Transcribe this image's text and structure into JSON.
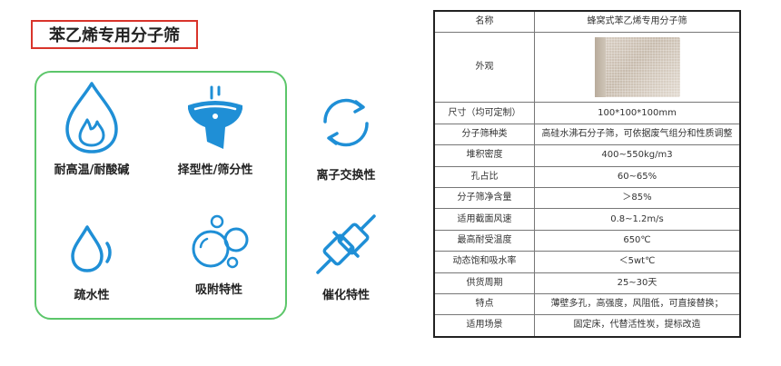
{
  "page_title": "苯乙烯专用分子筛",
  "colors": {
    "accent_blue": "#1f8fd6",
    "title_border": "#d9342b",
    "frame_green": "#5cc66a"
  },
  "features": [
    {
      "icon": "flame-drop-icon",
      "label": "耐高温/耐酸碱"
    },
    {
      "icon": "funnel-icon",
      "label": "择型性/筛分性"
    },
    {
      "icon": "exchange-cycle-icon",
      "label": "离子交换性"
    },
    {
      "icon": "water-drop-icon",
      "label": "疏水性"
    },
    {
      "icon": "bubbles-icon",
      "label": "吸附特性"
    },
    {
      "icon": "plug-icon",
      "label": "催化特性"
    }
  ],
  "spec_table": {
    "rows": [
      {
        "key": "名称",
        "value": "蜂窝式苯乙烯专用分子筛"
      },
      {
        "key": "外观",
        "value": ""
      },
      {
        "key": "尺寸（均可定制）",
        "value": "100*100*100mm"
      },
      {
        "key": "分子筛种类",
        "value": "高硅水沸石分子筛，可依据废气组分和性质调整"
      },
      {
        "key": "堆积密度",
        "value": "400~550kg/m3"
      },
      {
        "key": "孔占比",
        "value": "60~65%"
      },
      {
        "key": "分子筛净含量",
        "value": "＞85%"
      },
      {
        "key": "适用截面风速",
        "value": "0.8~1.2m/s"
      },
      {
        "key": "最高耐受温度",
        "value": "650℃"
      },
      {
        "key": "动态饱和吸水率",
        "value": "＜5wt℃"
      },
      {
        "key": "供货周期",
        "value": "25~30天"
      },
      {
        "key": "特点",
        "value": "薄壁多孔，高强度，风阻低，可直接替换；"
      },
      {
        "key": "适用场景",
        "value": "固定床，代替活性炭，提标改造"
      }
    ]
  }
}
